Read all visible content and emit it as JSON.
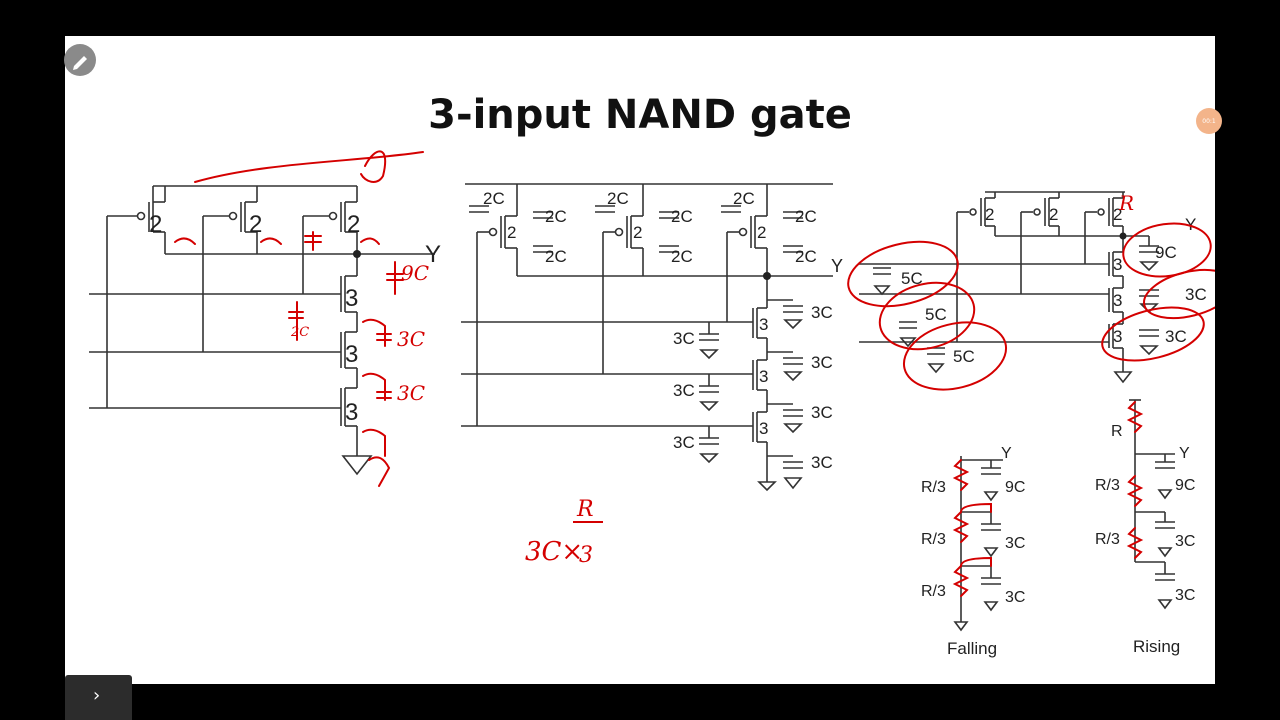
{
  "slide": {
    "title": "3-input NAND gate"
  },
  "left_schematic": {
    "pmos_widths": [
      "2",
      "2",
      "2"
    ],
    "nmos_widths": [
      "3",
      "3",
      "3"
    ],
    "output_label": "Y",
    "ink_annotations": [
      "9C",
      "3C",
      "3C",
      "2C"
    ]
  },
  "middle_schematic": {
    "pmos_widths": [
      "2",
      "2",
      "2"
    ],
    "pmos_caps": [
      "2C",
      "2C",
      "2C",
      "2C",
      "2C",
      "2C",
      "2C",
      "2C",
      "2C"
    ],
    "nmos_widths": [
      "3",
      "3",
      "3"
    ],
    "gate_caps": [
      "3C",
      "3C",
      "3C"
    ],
    "nmos_caps": [
      "3C",
      "3C",
      "3C",
      "3C"
    ],
    "output_label": "Y",
    "ink_formula_num": "R",
    "ink_formula": "3C×",
    "ink_formula_den": "3"
  },
  "right_schematic": {
    "pmos_widths": [
      "2",
      "2",
      "2"
    ],
    "nmos_widths": [
      "3",
      "3",
      "3"
    ],
    "output_label": "Y",
    "output_cap": "9C",
    "internal_caps": [
      "3C",
      "3C"
    ],
    "input_caps": [
      "5C",
      "5C",
      "5C"
    ],
    "ink_pullup": "R"
  },
  "falling_model": {
    "caption": "Falling",
    "resistors": [
      "R/3",
      "R/3",
      "R/3"
    ],
    "caps": [
      "9C",
      "3C",
      "3C"
    ],
    "output_label": "Y"
  },
  "rising_model": {
    "caption": "Rising",
    "resistors": [
      "R",
      "R/3",
      "R/3"
    ],
    "caps": [
      "9C",
      "3C",
      "3C"
    ],
    "output_label": "Y"
  },
  "viewer": {
    "pen_icon": "pencil-icon",
    "nav_icon": "chevron-right-icon",
    "timer_badge": "00:1"
  }
}
